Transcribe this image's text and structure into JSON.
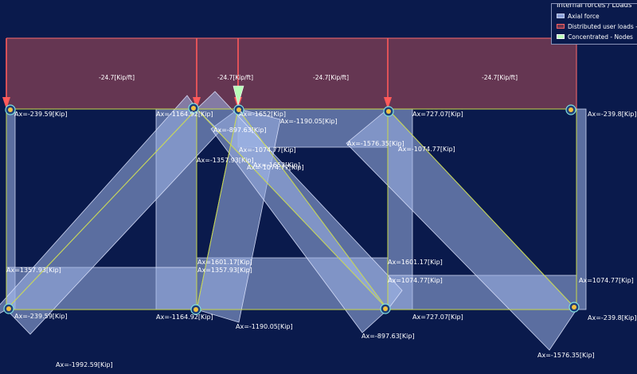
{
  "legend": {
    "title": "Internal forces / Loads",
    "items": [
      {
        "label": "Axial force",
        "swatch_fill": "#8ba0d8",
        "swatch_border": "#c6d0f0"
      },
      {
        "label": "Distributed user loads - Me",
        "swatch_fill": "#6a3852",
        "swatch_border": "#ff6060"
      },
      {
        "label": "Concentrated - Nodes",
        "swatch_fill": "#b8ffb8",
        "swatch_border": "#ffffff"
      }
    ]
  },
  "loads": {
    "distributed": [
      "-24.7[Kip/ft]",
      "-24.7[Kip/ft]",
      "-24.7[Kip/ft]",
      "-24.7[Kip/ft]"
    ]
  },
  "axial_labels": [
    "Ax=-239.59[Kip]",
    "Ax=-1164.92[Kip]",
    "Ax=-1652[Kip]",
    "Ax=-897.63[Kip]",
    "Ax=-1190.05[Kip]",
    "Ax=-1074.77[Kip]",
    "Ax=-1357.93[Kip]",
    "Ax=-1074.77[Kip]",
    "Ax=-1576.35[Kip]",
    "Ax=-1074.77[Kip]",
    "Ax=727.07[Kip]",
    "Ax=-239.8[Kip]",
    "Ax=1357.93[Kip]",
    "Ax=1601.17[Kip]",
    "Ax=1357.93[Kip]",
    "Ax=1601.17[Kip]",
    "Ax=1074.77[Kip]",
    "Ax=1074.77[Kip]",
    "Ax=-239.59[Kip]",
    "Ax=-1164.92[Kip]",
    "Ax=-1190.05[Kip]",
    "Ax=-897.63[Kip]",
    "Ax=727.07[Kip]",
    "Ax=-239.8[Kip]",
    "Ax=-1992.59[Kip]",
    "Ax=-1576.35[Kip]",
    "Ax=-1652[Kip]"
  ],
  "colors": {
    "background": "#0a1a4c",
    "axial_fill": "#9fb4e6",
    "axial_stroke": "#dfe6ff",
    "load_fill": "#6a3852",
    "load_arrow": "#ff5a5a",
    "member": "#c8d84a",
    "concentrated": "#b8ffb8"
  }
}
